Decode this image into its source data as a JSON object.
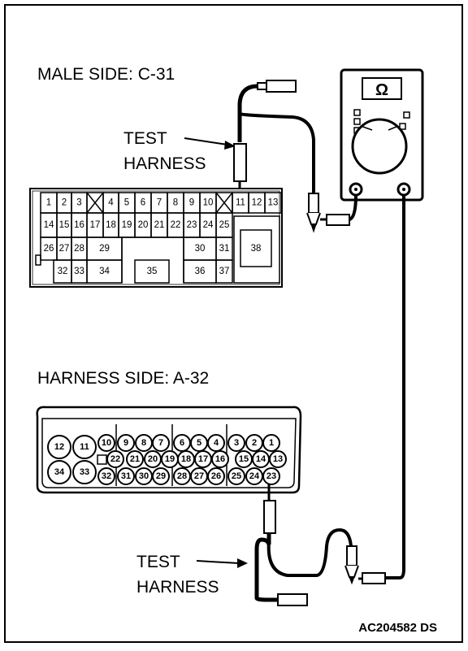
{
  "labels": {
    "male_side": "MALE SIDE: C-31",
    "harness_side": "HARNESS SIDE: A-32",
    "test_1": "TEST",
    "harness_1": "HARNESS",
    "test_2": "TEST",
    "harness_2": "HARNESS",
    "figure_code": "AC204582 DS"
  },
  "meter": {
    "symbol": "Ω",
    "icon": "ohmmeter-icon"
  },
  "male_connector": {
    "row1": [
      "1",
      "2",
      "3",
      "4",
      "5",
      "6",
      "7",
      "8",
      "9",
      "10",
      "11",
      "12",
      "13"
    ],
    "row2": [
      "14",
      "15",
      "16",
      "17",
      "18",
      "19",
      "20",
      "21",
      "22",
      "23",
      "24",
      "25"
    ],
    "row3": [
      "26",
      "27",
      "28",
      "29",
      "30",
      "31",
      "38"
    ],
    "row4": [
      "32",
      "33",
      "34",
      "35",
      "36",
      "37"
    ]
  },
  "harness_connector": {
    "large": [
      "12",
      "11",
      "34",
      "33"
    ],
    "row1": [
      "10",
      "9",
      "8",
      "7",
      "6",
      "5",
      "4",
      "3",
      "2",
      "1"
    ],
    "row2": [
      "22",
      "21",
      "20",
      "19",
      "18",
      "17",
      "16",
      "15",
      "14",
      "13"
    ],
    "row3": [
      "32",
      "31",
      "30",
      "29",
      "28",
      "27",
      "26",
      "25",
      "24",
      "23"
    ]
  }
}
